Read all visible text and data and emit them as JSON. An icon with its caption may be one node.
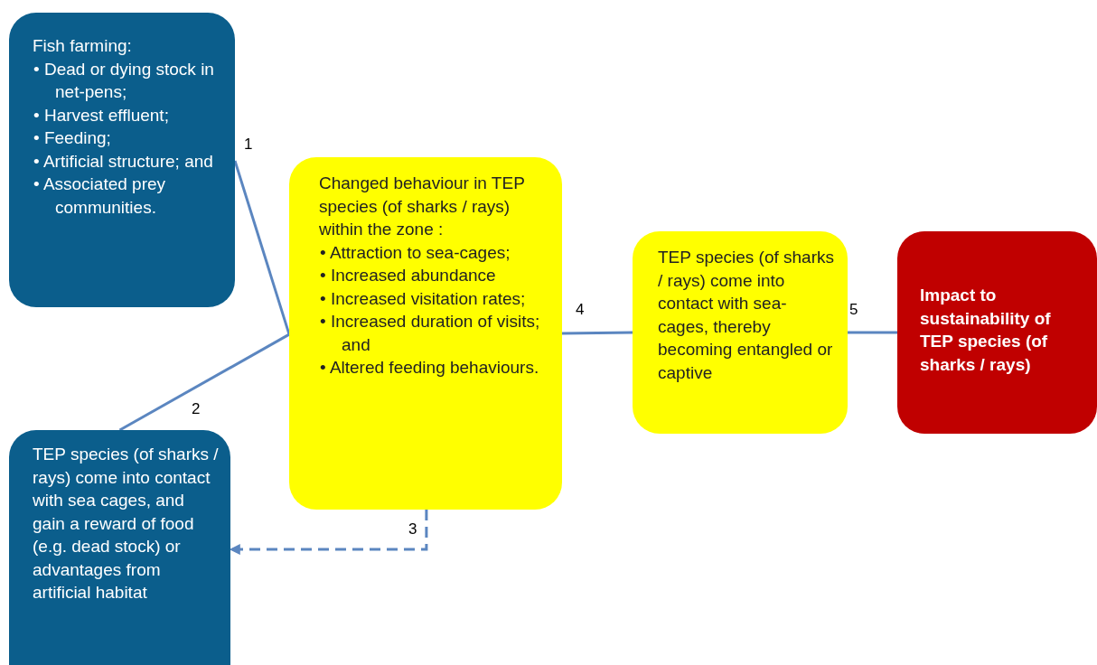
{
  "diagram": {
    "nodes": [
      {
        "text": [
          "Fish farming:",
          "• Dead or dying stock in net-pens;",
          "• Harvest effluent;",
          "• Feeding;",
          "• Artificial structure; and",
          "• Associated prey communities."
        ]
      },
      {
        "text": [
          "Changed behaviour in TEP species (of sharks / rays) within the zone :",
          "• Attraction to sea-cages;",
          "• Increased abundance",
          "• Increased visitation rates;",
          "• Increased duration of visits; and",
          "• Altered feeding behaviours."
        ]
      },
      {
        "text": [
          "TEP species (of sharks / rays) come into contact with sea-cages, thereby becoming entangled or captive"
        ]
      },
      {
        "text": [
          "Impact to sustainability of TEP species (of sharks / rays)"
        ]
      },
      {
        "text": [
          "TEP species (of sharks / rays) come into contact with sea cages, and gain a reward of food (e.g. dead stock) or advantages from artificial habitat"
        ]
      }
    ],
    "edges": [
      {
        "from": 0,
        "to": 1,
        "arrow": "none",
        "label": "1"
      },
      {
        "from": 4,
        "to": 1,
        "arrow": "none",
        "label": "2"
      },
      {
        "from": 1,
        "to": 4,
        "arrow": "to",
        "label": "3",
        "style": "dashed"
      },
      {
        "from": 1,
        "to": 2,
        "arrow": "none",
        "label": "4"
      },
      {
        "from": 2,
        "to": 3,
        "arrow": "none",
        "label": "5"
      }
    ]
  }
}
